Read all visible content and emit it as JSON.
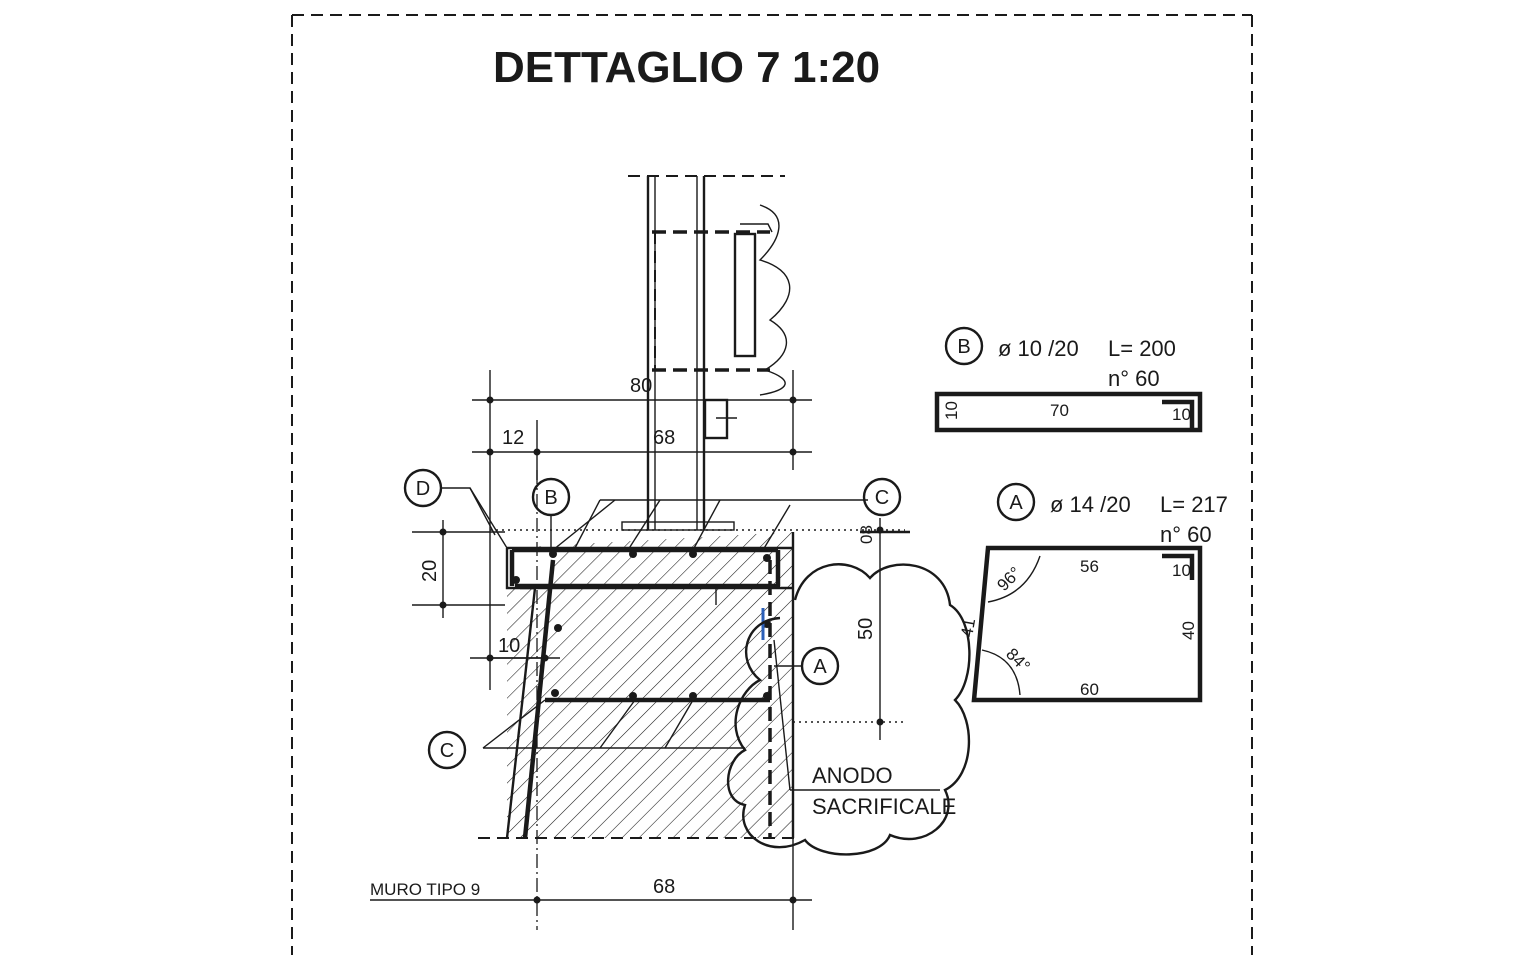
{
  "title": {
    "detail": "DETTAGLIO 7",
    "scale": "1:20"
  },
  "dimensions": {
    "top_80": "80",
    "left_12": "12",
    "mid_68": "68",
    "bottom_68": "68",
    "left_20": "20",
    "left_10": "10",
    "right_50": "50",
    "right_8": "08"
  },
  "callouts": {
    "A": "A",
    "B": "B",
    "C_top": "C",
    "C_bottom": "C",
    "D": "D"
  },
  "labels": {
    "wall_type": "MURO TIPO 9",
    "anode_line1": "ANODO",
    "anode_line2": "SACRIFICALE"
  },
  "bar_B": {
    "tag": "B",
    "spec": "ø 10 /20",
    "length": "L= 200",
    "count": "n° 60",
    "seg_left": "10",
    "seg_mid": "70",
    "seg_right": "10"
  },
  "bar_A": {
    "tag": "A",
    "spec": "ø 14 /20",
    "length": "L= 217",
    "count": "n° 60",
    "seg_top": "56",
    "seg_hook": "10",
    "seg_right": "40",
    "seg_left": "41",
    "seg_bottom": "60",
    "angle_top": "96°",
    "angle_bottom": "84°"
  },
  "colors": {
    "ink": "#1a1a1a",
    "paper": "#ffffff",
    "accent_mark": "#2b5fb8"
  }
}
